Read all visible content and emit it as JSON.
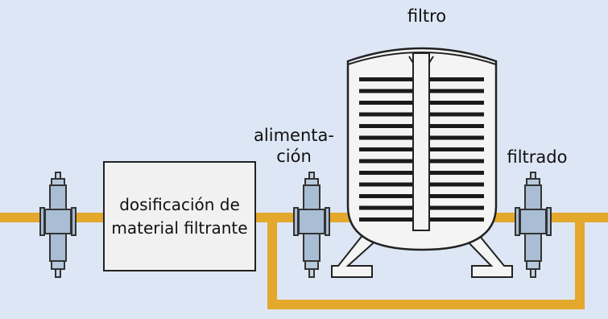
{
  "labels": {
    "filter": "filtro",
    "feed_line1": "alimenta-",
    "feed_line2": "ción",
    "filtrate": "filtrado",
    "dosing_line1": "dosificación de",
    "dosing_line2": "material filtrante"
  },
  "colors": {
    "background": "#dde6f4",
    "pipe": "#e3a82c",
    "valve_body": "#a9bdd4",
    "valve_outline": "#333333",
    "tank_fill": "#f4f4f4",
    "tank_plates": "#1a1a1a",
    "box_fill": "#f1f1f1"
  }
}
